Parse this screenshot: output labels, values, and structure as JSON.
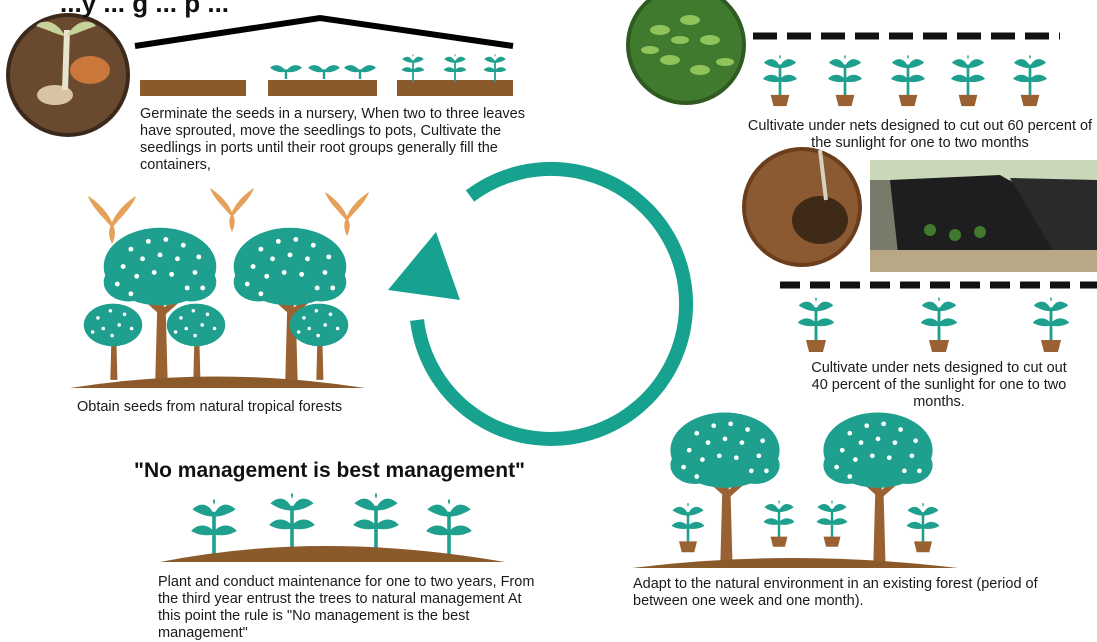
{
  "header": {
    "title": "...y ... g ... p ..."
  },
  "steps": {
    "nursery": "Germinate the seeds in a nursery, When two to three leaves have sprouted, move the seedlings to pots, Cultivate the seedlings in ports until their root groups generally fill the containers,",
    "nets60": "Cultivate under nets designed to cut out 60 percent of the sunlight for one to two months",
    "nets40": "Cultivate under nets designed to cut out 40 percent of the sunlight for one to two months.",
    "adapt": "Adapt to the natural environment in an existing forest (period of between one week and one month).",
    "plant": "Plant and conduct maintenance for one to two years, From the third year entrust the trees to natural management At this point the rule is \"No management is the best management\"",
    "seeds": "Obtain seeds from natural tropical forests"
  },
  "motto": "\"No management is best management\"",
  "colors": {
    "tree": "#1fa08e",
    "trunk": "#9a6232",
    "soil": "#8a5a2b",
    "seed": "#e5a05a",
    "arrow": "#16a28e"
  }
}
